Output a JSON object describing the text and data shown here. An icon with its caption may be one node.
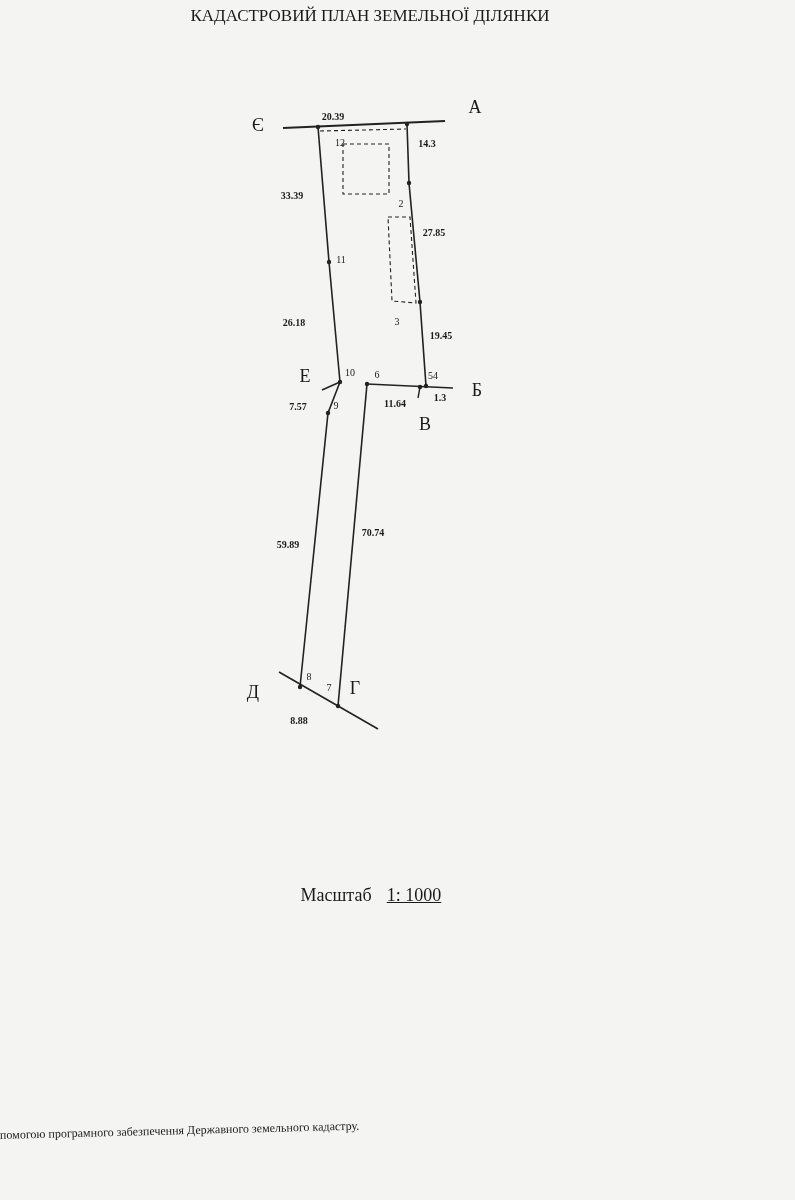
{
  "diagram": {
    "title": "КАДАСТРОВИЙ ПЛАН ЗЕМЕЛЬНОЇ ДІЛЯНКИ",
    "labels": [
      "20.39",
      "А",
      "Є",
      "12",
      "14.3",
      "33.39",
      "2",
      "27.85",
      "11",
      "26.18",
      "3",
      "19.45",
      "Е",
      "10",
      "6",
      "54",
      "Б",
      "7.57",
      "9",
      "11.64",
      "1.3",
      "В",
      "70.74",
      "59.89",
      "8",
      "7",
      "Д",
      "Г",
      "8.88",
      "Масштаб",
      "1: 1000",
      "помогою програмного забезпечення Державного земельного кадастру."
    ]
  }
}
